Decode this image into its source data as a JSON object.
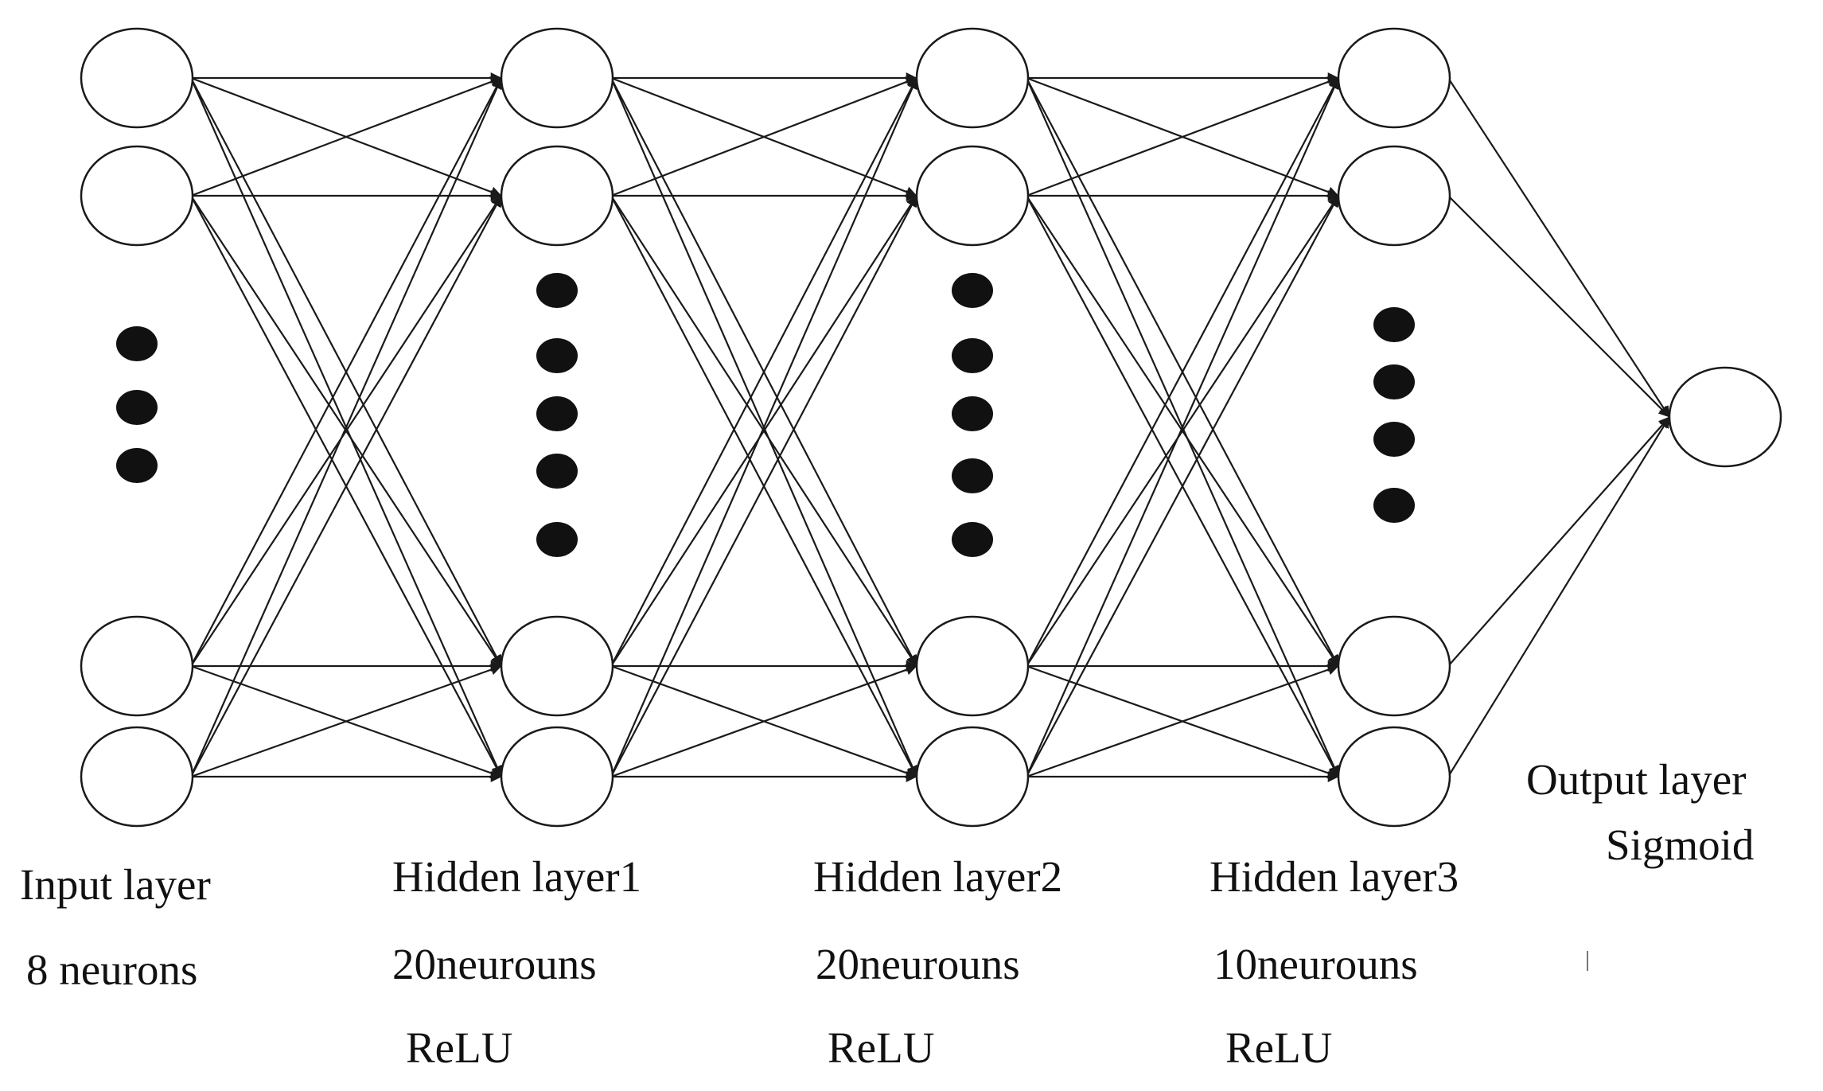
{
  "layers": [
    {
      "id": "input",
      "lines": [
        "Input layer",
        "8 neurons"
      ],
      "neuron_count": 8,
      "visible_nodes": 4
    },
    {
      "id": "hidden1",
      "lines": [
        "Hidden layer1",
        "20neurouns",
        "ReLU"
      ],
      "neuron_count": 20,
      "visible_nodes": 4
    },
    {
      "id": "hidden2",
      "lines": [
        "Hidden layer2",
        "20neurouns",
        "ReLU"
      ],
      "neuron_count": 20,
      "visible_nodes": 4
    },
    {
      "id": "hidden3",
      "lines": [
        "Hidden layer3",
        "10neurouns",
        "ReLU"
      ],
      "neuron_count": 10,
      "visible_nodes": 4
    },
    {
      "id": "output",
      "lines": [
        "Output layer",
        "Sigmoid"
      ],
      "neuron_count": 1,
      "visible_nodes": 1
    }
  ],
  "ellipsis_dots": [
    3,
    5,
    5,
    4,
    0
  ],
  "colors": {
    "stroke": "#1a1a1a",
    "node_fill": "#ffffff",
    "dot": "#111111",
    "text": "#111111"
  }
}
